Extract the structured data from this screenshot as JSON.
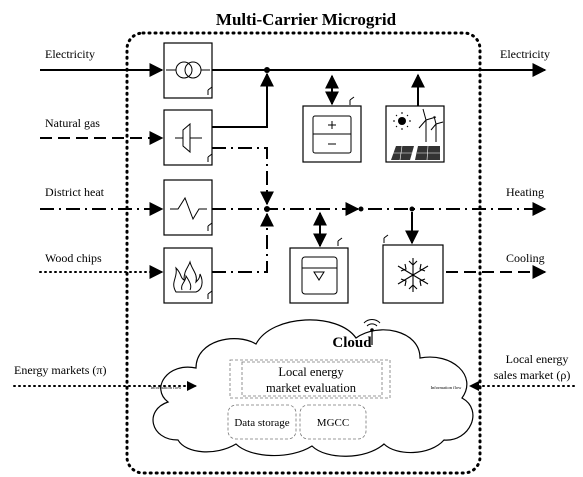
{
  "title": "Multi-Carrier Microgrid",
  "inputs": {
    "electricity": "Electricity",
    "natural_gas": "Natural gas",
    "district_heat": "District heat",
    "wood_chips": "Wood chips",
    "energy_markets": "Energy markets (π)"
  },
  "outputs": {
    "electricity": "Electricity",
    "heating": "Heating",
    "cooling": "Cooling",
    "local_sales_line1": "Local energy",
    "local_sales_line2": "sales market (ρ)"
  },
  "cloud": {
    "title": "Cloud",
    "evaluation_line1": "Local energy",
    "evaluation_line2": "market evaluation",
    "data_storage": "Data storage",
    "mgcc": "MGCC",
    "info_flow_left": "Information flow",
    "info_flow_right": "Information flow"
  },
  "icons": {
    "transformer": "transformer-icon",
    "gas_turbine": "gas-turbine-icon",
    "heat_exchanger": "heat-exchanger-icon",
    "boiler": "wood-boiler-icon",
    "battery": "battery-icon",
    "renewables": "pv-wind-icon",
    "heat_storage": "heat-storage-icon",
    "chiller": "chiller-icon",
    "antenna": "antenna-icon"
  }
}
